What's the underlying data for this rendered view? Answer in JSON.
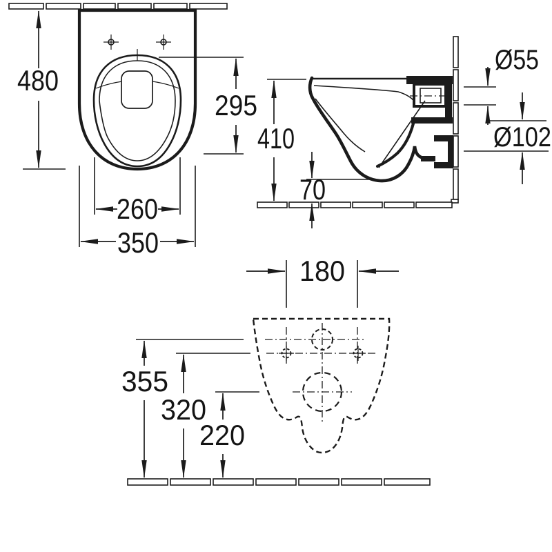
{
  "colors": {
    "line": "#1b1b1b",
    "background": "#ffffff"
  },
  "views": {
    "front_plan": {
      "dims": {
        "overall_depth": "480",
        "seat_depth": "295",
        "bowl_width": "260",
        "overall_width": "350"
      }
    },
    "side_section": {
      "dims": {
        "height": "410",
        "trap_floor_clearance": "70",
        "water_inlet_diameter": "Ø55",
        "outlet_diameter": "Ø102"
      }
    },
    "rear_elevation": {
      "dims": {
        "fixing_hole_centres": "180",
        "inlet_height": "355",
        "fixing_holes_height": "320",
        "outlet_height": "220"
      }
    }
  }
}
